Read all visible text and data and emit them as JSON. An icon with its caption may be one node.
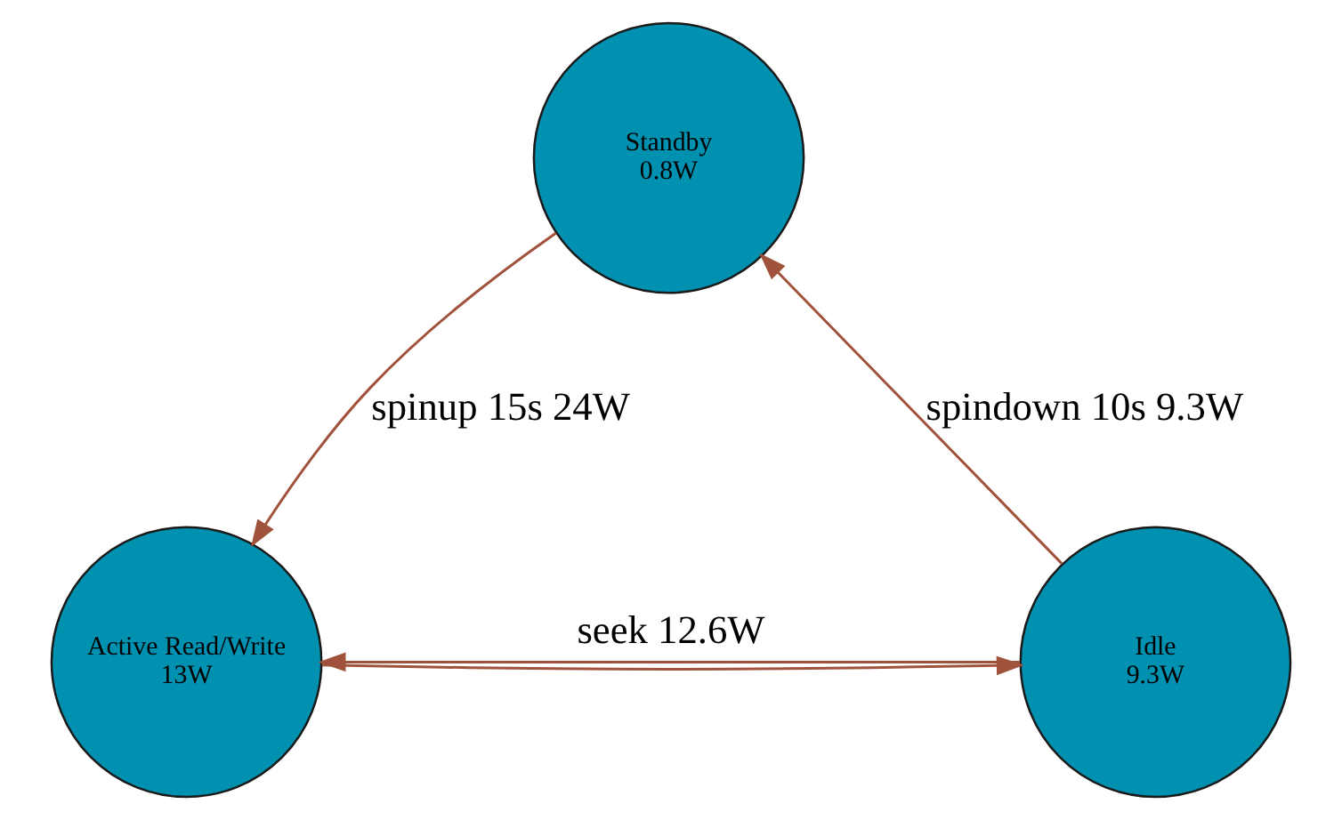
{
  "diagram": {
    "nodes": [
      {
        "text": [
          "Standby",
          "0.8W"
        ]
      },
      {
        "text": [
          "Idle",
          "9.3W"
        ]
      },
      {
        "text": [
          "Active Read/Write",
          "13W"
        ]
      }
    ],
    "edges": [
      {
        "from": 1,
        "to": 0,
        "arrow": "to",
        "label": "spindown 10s 9.3W"
      },
      {
        "from": 0,
        "to": 2,
        "arrow": "to",
        "label": "spinup 15s 24W"
      },
      {
        "from": 1,
        "to": 2,
        "arrow": "to",
        "label": "seek 12.6W"
      },
      {
        "from": 2,
        "to": 1,
        "arrow": "to"
      }
    ]
  }
}
